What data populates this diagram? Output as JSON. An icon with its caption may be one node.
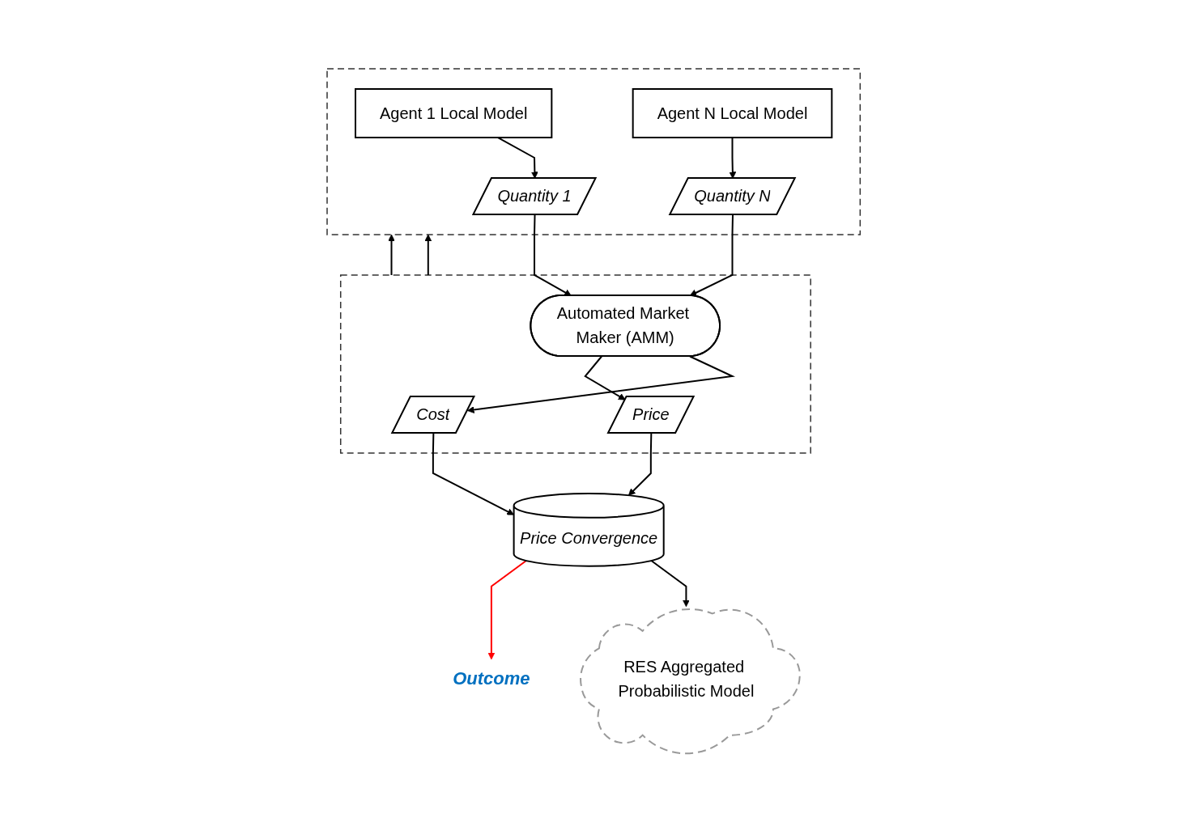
{
  "diagram": {
    "nodes": [
      {
        "text": [],
        "shape": "box"
      },
      {
        "text": [
          "Agent 1 Local Model"
        ],
        "in": 0
      },
      {
        "text": [
          "Agent N Local Model"
        ],
        "in": 0
      },
      {
        "text": [
          "Quantity 1"
        ],
        "in": 0
      },
      {
        "text": [
          "Quantity N"
        ],
        "in": 0
      },
      {
        "text": [],
        "shape": "box"
      },
      {
        "text": [
          "Cost"
        ],
        "in": 5
      },
      {
        "text": [
          "Automated Market Maker (AMM)"
        ],
        "in": 5
      },
      {
        "text": [
          "Price"
        ],
        "in": 5
      },
      {
        "text": [
          "Price Convergence"
        ]
      },
      {
        "text": [
          "RES Aggregated Probabilistic Model"
        ]
      },
      {
        "text": [
          "Outcome"
        ]
      }
    ],
    "edges": [
      {
        "from": 1,
        "to": 3,
        "arrow": "to"
      },
      {
        "from": 2,
        "to": 4,
        "arrow": "to"
      },
      {
        "from": 3,
        "to": 7,
        "arrow": "to"
      },
      {
        "from": 4,
        "to": 7,
        "arrow": "to"
      },
      {
        "from": 7,
        "to": 6,
        "arrow": "to"
      },
      {
        "from": 7,
        "to": 8,
        "arrow": "to"
      },
      {
        "from": 5,
        "to": 0,
        "arrow": "to"
      },
      {
        "from": 5,
        "to": 0,
        "arrow": "to"
      },
      {
        "from": 6,
        "to": 9,
        "arrow": "to"
      },
      {
        "from": 8,
        "to": 9,
        "arrow": "to"
      },
      {
        "from": 9,
        "to": 10,
        "arrow": "to"
      },
      {
        "from": 9,
        "to": 11,
        "arrow": "to",
        "color": "#ff0000"
      }
    ]
  }
}
